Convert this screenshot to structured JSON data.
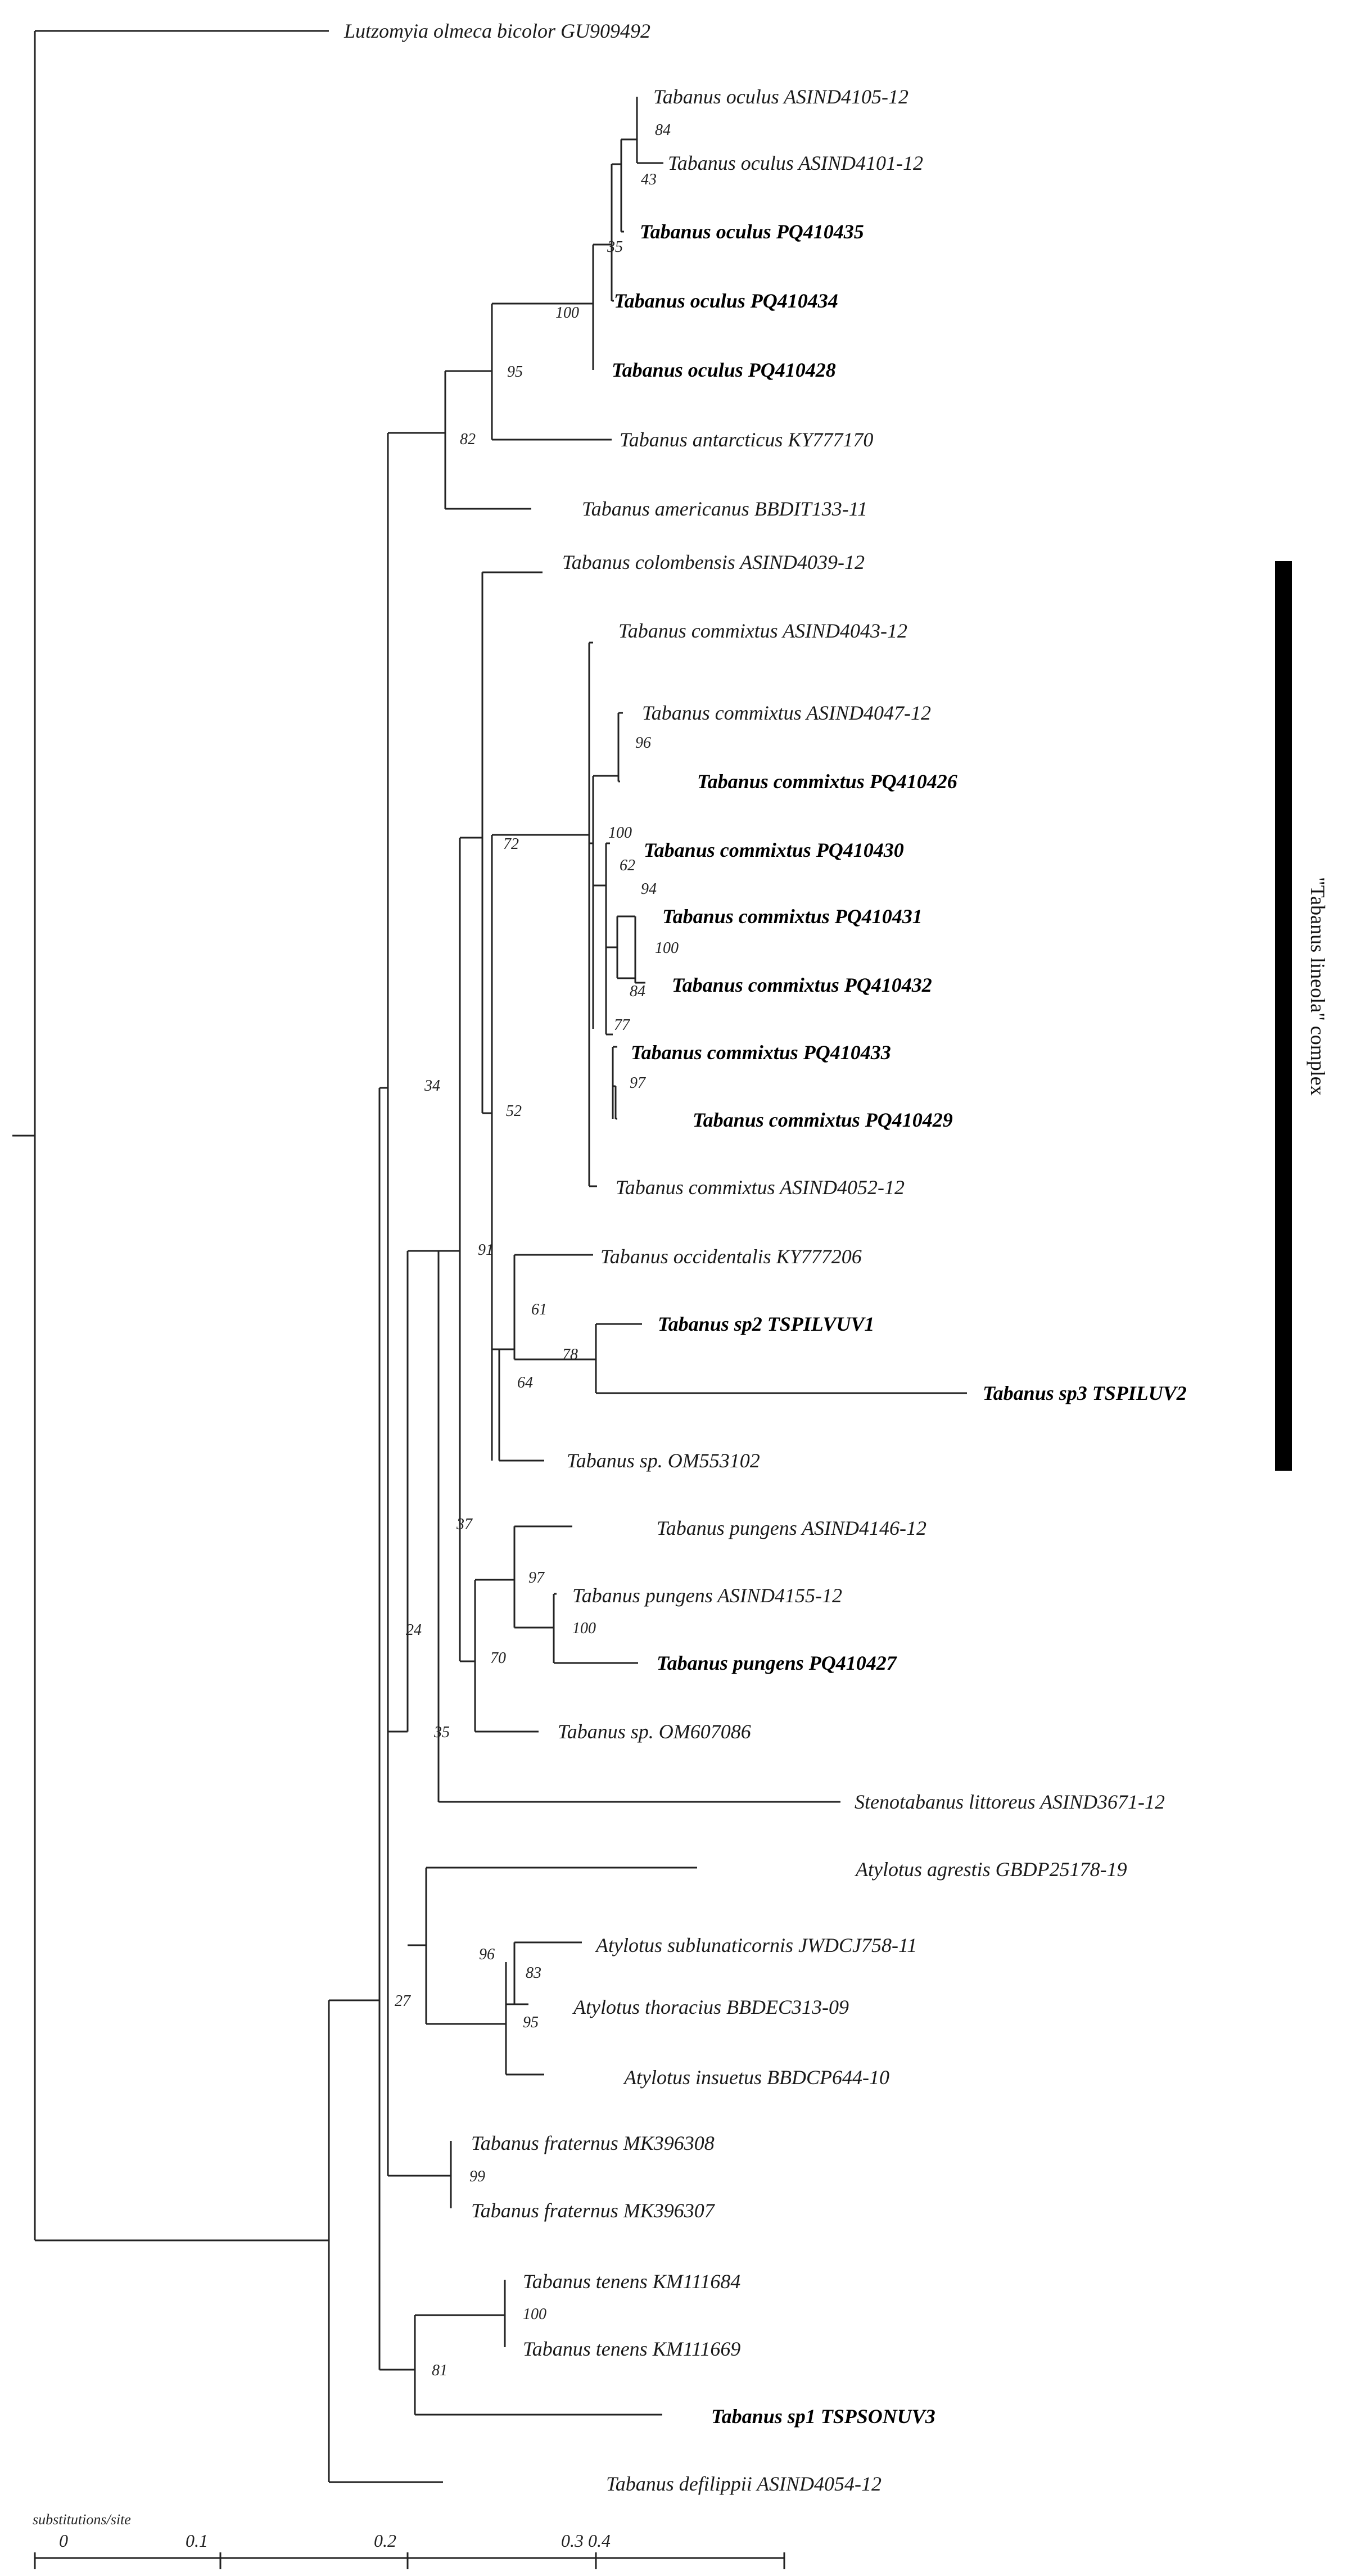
{
  "tree": {
    "leaves": [
      {
        "id": "L1",
        "label": "Lutzomyia olmeca bicolor  GU909492",
        "bold": false
      },
      {
        "id": "L2",
        "label": "Tabanus oculus ASIND4105-12",
        "bold": false
      },
      {
        "id": "L3",
        "label": "Tabanus oculus ASIND4101-12",
        "bold": false
      },
      {
        "id": "L4",
        "label": "Tabanus oculus PQ410435",
        "bold": true
      },
      {
        "id": "L5",
        "label": "Tabanus oculus PQ410434",
        "bold": true
      },
      {
        "id": "L6",
        "label": "Tabanus oculus PQ410428",
        "bold": true
      },
      {
        "id": "L7",
        "label": "Tabanus antarcticus  KY777170",
        "bold": false
      },
      {
        "id": "L8",
        "label": "Tabanus americanus BBDIT133-11",
        "bold": false
      },
      {
        "id": "L9",
        "label": "Tabanus colombensis ASIND4039-12",
        "bold": false
      },
      {
        "id": "L10",
        "label": "Tabanus commixtus ASIND4043-12",
        "bold": false
      },
      {
        "id": "L11",
        "label": "Tabanus commixtus ASIND4047-12",
        "bold": false
      },
      {
        "id": "L12",
        "label": "Tabanus commixtus PQ410426",
        "bold": true
      },
      {
        "id": "L13",
        "label": "Tabanus commixtus PQ410430",
        "bold": true
      },
      {
        "id": "L14",
        "label": "Tabanus commixtus PQ410431",
        "bold": true
      },
      {
        "id": "L15",
        "label": "Tabanus commixtus PQ410432",
        "bold": true
      },
      {
        "id": "L16",
        "label": "Tabanus commixtus PQ410433",
        "bold": true
      },
      {
        "id": "L17",
        "label": "Tabanus commixtus PQ410429",
        "bold": true
      },
      {
        "id": "L18",
        "label": "Tabanus commixtus ASIND4052-12",
        "bold": false
      },
      {
        "id": "L19",
        "label": "Tabanus occidentalis  KY777206",
        "bold": false
      },
      {
        "id": "L20",
        "label": "Tabanus sp2 TSPILVUV1",
        "bold": true
      },
      {
        "id": "L21",
        "label": "Tabanus sp3 TSPILUV2",
        "bold": true
      },
      {
        "id": "L22",
        "label": "Tabanus sp. OM553102",
        "bold": false
      },
      {
        "id": "L23",
        "label": "Tabanus pungens ASIND4146-12",
        "bold": false
      },
      {
        "id": "L24",
        "label": "Tabanus pungens ASIND4155-12",
        "bold": false
      },
      {
        "id": "L25",
        "label": "Tabanus pungens PQ410427",
        "bold": true
      },
      {
        "id": "L26",
        "label": "Tabanus sp. OM607086",
        "bold": false
      },
      {
        "id": "L27",
        "label": "Stenotabanus littoreus ASIND3671-12",
        "bold": false
      },
      {
        "id": "L28",
        "label": "Atylotus  agrestis GBDP25178-19",
        "bold": false
      },
      {
        "id": "L29",
        "label": "Atylotus  sublunaticornis JWDCJ758-11",
        "bold": false
      },
      {
        "id": "L30",
        "label": "Atylotus  thoracius BBDEC313-09",
        "bold": false
      },
      {
        "id": "L31",
        "label": "Atylotus  insuetus BBDCP644-10",
        "bold": false
      },
      {
        "id": "L32",
        "label": "Tabanus fraternus MK396308",
        "bold": false
      },
      {
        "id": "L33",
        "label": "Tabanus fraternus MK396307",
        "bold": false
      },
      {
        "id": "L34",
        "label": "Tabanus tenens KM111684",
        "bold": false
      },
      {
        "id": "L35",
        "label": "Tabanus tenens KM111669",
        "bold": false
      },
      {
        "id": "L36",
        "label": "Tabanus sp1 TSPSONUV3",
        "bold": true
      },
      {
        "id": "L37",
        "label": "Tabanus defilippii ASIND4054-12",
        "bold": false
      }
    ],
    "support_values": [
      "84",
      "43",
      "35",
      "100",
      "95",
      "82",
      "96",
      "100",
      "62",
      "94",
      "100",
      "84",
      "77",
      "97",
      "72",
      "52",
      "61",
      "78",
      "64",
      "91",
      "97",
      "100",
      "70",
      "37",
      "34",
      "24",
      "35",
      "83",
      "95",
      "96",
      "27",
      "99",
      "100",
      "81"
    ],
    "complex_label": "\"Tabanus lineola\" complex",
    "scale": {
      "title": "substitutions/site",
      "ticks": [
        "0",
        "0.1",
        "0.2",
        "0.3 0.4"
      ]
    }
  }
}
